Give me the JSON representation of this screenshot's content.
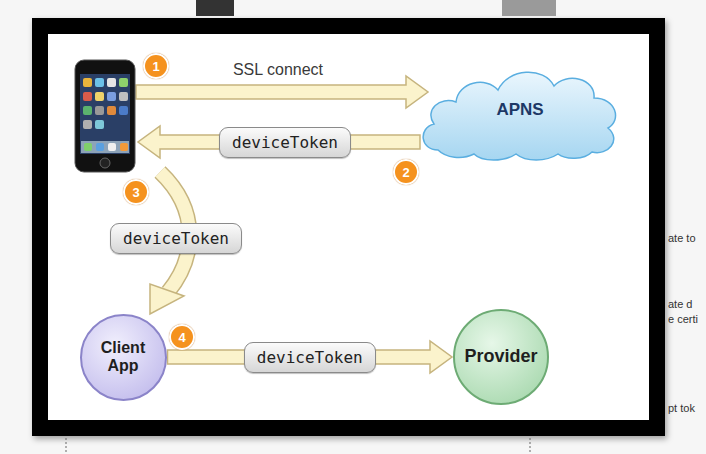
{
  "diagram": {
    "nodes": [
      {
        "text": [
          "APNS"
        ]
      },
      {
        "text": [
          "Client App"
        ]
      },
      {
        "text": [
          "Provider"
        ]
      }
    ],
    "edges": [
      {
        "from": 1,
        "to": 2,
        "arrow": "to",
        "label": "deviceToken"
      }
    ],
    "labels": [
      "1",
      "SSL connect",
      "deviceToken",
      "2",
      "3",
      "deviceToken",
      "4",
      "ate to",
      "ate d",
      "e certi",
      "pt tok"
    ]
  }
}
